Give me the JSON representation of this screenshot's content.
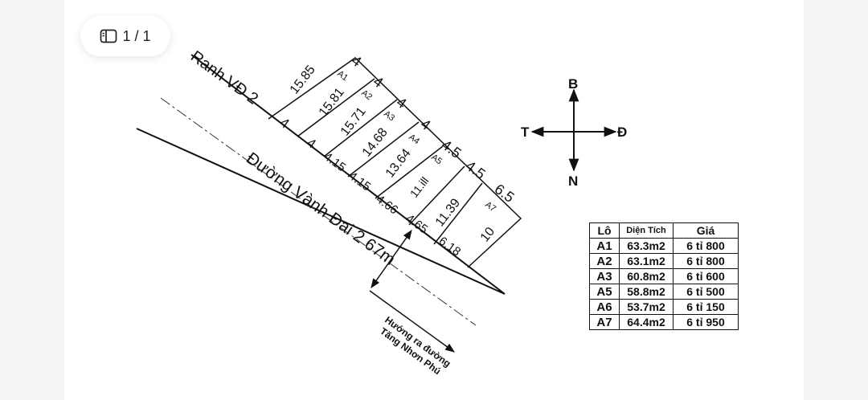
{
  "viewer": {
    "page_counter": "1 / 1"
  },
  "plan": {
    "boundary_label": "Ranh VĐ 2",
    "road_label": "Đường Vành Đai 2 67m",
    "direction_note": [
      "Hướng ra đường",
      "Tăng Nhơn Phú"
    ],
    "top_widths": [
      "4",
      "4",
      "4",
      "4",
      "4.5",
      "4.5",
      "6.5"
    ],
    "left_edge_width": "4",
    "bottom_widths": [
      "4",
      "4.15",
      "4.15",
      "4.66",
      "4.65",
      "6.18"
    ],
    "depths": [
      "15.85",
      "15.81",
      "15.71",
      "14.68",
      "13.64",
      "11.ill",
      "11.39",
      "10"
    ],
    "lots": [
      "A1",
      "A2",
      "A3",
      "A4",
      "A5",
      "A7"
    ],
    "compass": {
      "north": "B",
      "south": "N",
      "west": "T",
      "east": "Đ"
    }
  },
  "price_table": {
    "headers": [
      "Lô",
      "Diện Tích",
      "Giá"
    ],
    "rows": [
      {
        "lot": "A1",
        "area": "63.3m2",
        "price": "6 tỉ 800"
      },
      {
        "lot": "A2",
        "area": "63.1m2",
        "price": "6 tỉ 800"
      },
      {
        "lot": "A3",
        "area": "60.8m2",
        "price": "6 tỉ 600"
      },
      {
        "lot": "A5",
        "area": "58.8m2",
        "price": "6 tỉ 500"
      },
      {
        "lot": "A6",
        "area": "53.7m2",
        "price": "6 tỉ 150"
      },
      {
        "lot": "A7",
        "area": "64.4m2",
        "price": "6 tỉ 950"
      }
    ]
  }
}
